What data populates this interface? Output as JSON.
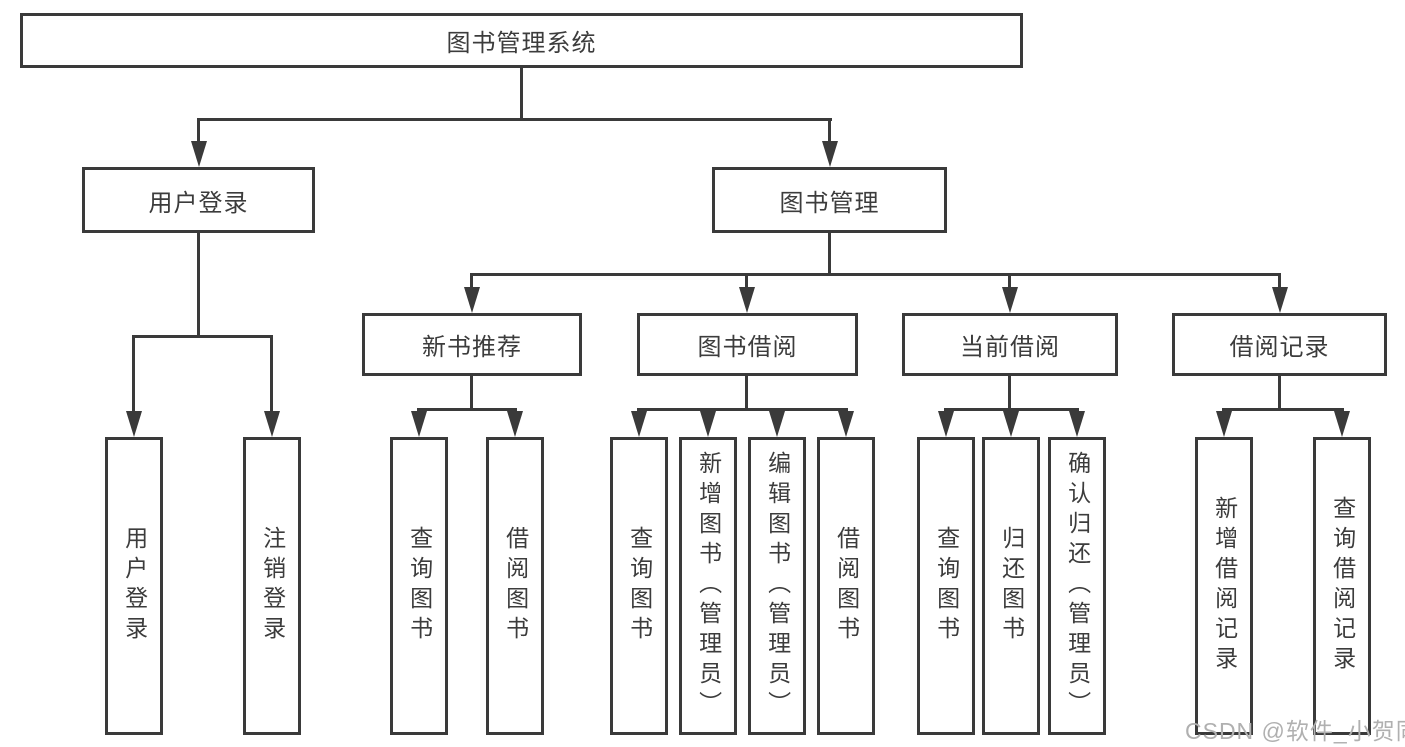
{
  "tree": {
    "label": "图书管理系统",
    "children": [
      {
        "label": "用户登录",
        "children": [
          {
            "label": "用户登录"
          },
          {
            "label": "注销登录"
          }
        ]
      },
      {
        "label": "图书管理",
        "children": [
          {
            "label": "新书推荐",
            "children": [
              {
                "label": "查询图书"
              },
              {
                "label": "借阅图书"
              }
            ]
          },
          {
            "label": "图书借阅",
            "children": [
              {
                "label": "查询图书"
              },
              {
                "label": "新增图书（管理员）"
              },
              {
                "label": "编辑图书（管理员）"
              },
              {
                "label": "借阅图书"
              }
            ]
          },
          {
            "label": "当前借阅",
            "children": [
              {
                "label": "查询图书"
              },
              {
                "label": "归还图书"
              },
              {
                "label": "确认归还（管理员）"
              }
            ]
          },
          {
            "label": "借阅记录",
            "children": [
              {
                "label": "新增借阅记录"
              },
              {
                "label": "查询借阅记录"
              }
            ]
          }
        ]
      }
    ]
  },
  "watermark": "CSDN @软件_小贺同学",
  "colors": {
    "line": "#3a3a3a",
    "text": "#3c3c3c",
    "watermark": "#b0b0b0",
    "background": "#ffffff"
  }
}
